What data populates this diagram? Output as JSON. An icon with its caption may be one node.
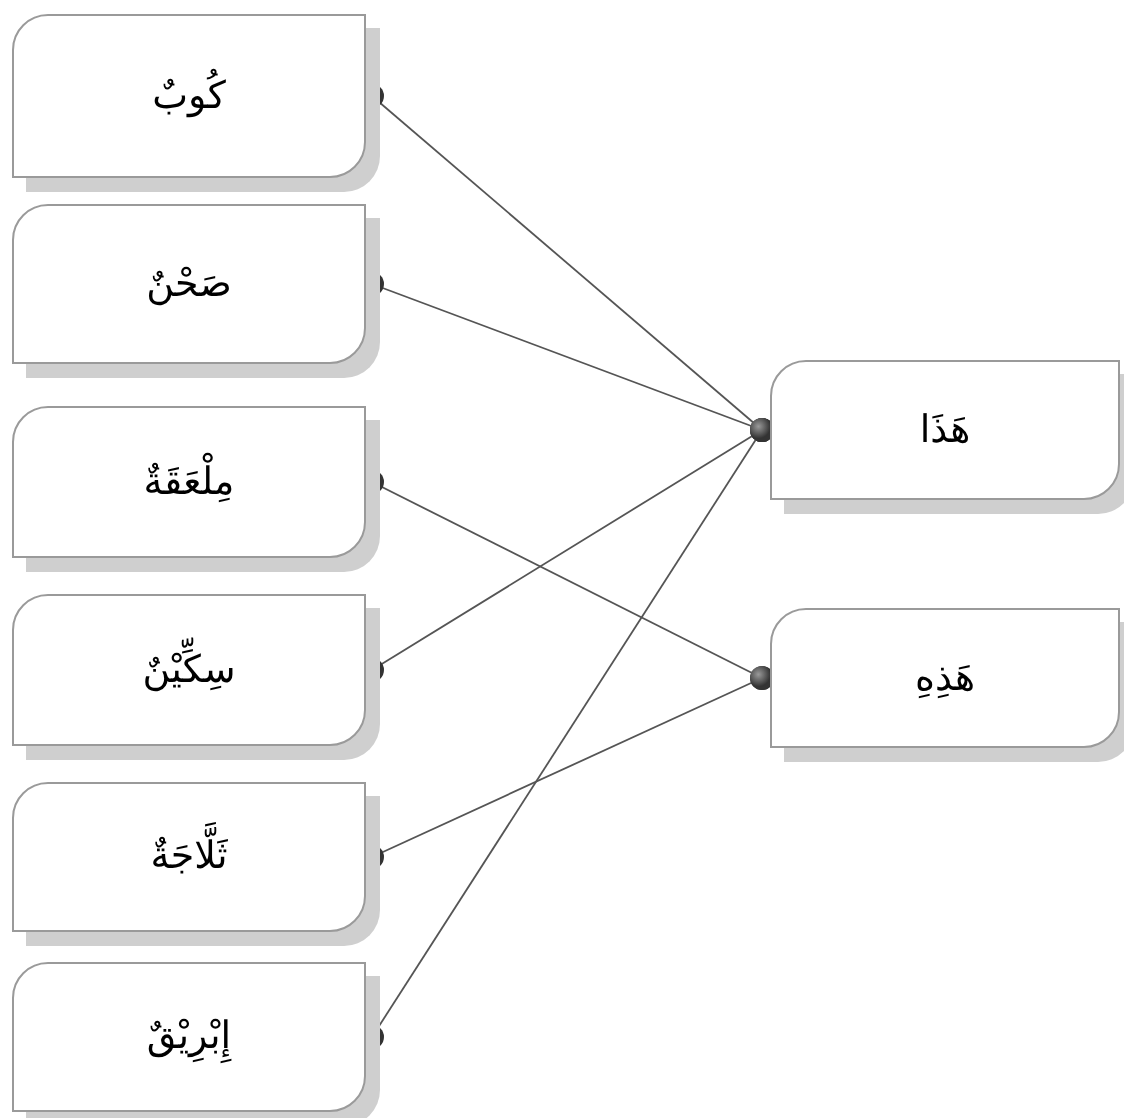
{
  "diagram": {
    "nodes": [
      {
        "text": [
          "كُوبٌ"
        ]
      },
      {
        "text": [
          "صَحْنٌ"
        ]
      },
      {
        "text": [
          "مِلْعَقَةٌ"
        ]
      },
      {
        "text": [
          "سِكِّيْنٌ"
        ]
      },
      {
        "text": [
          "ثَلَّاجَةٌ"
        ]
      },
      {
        "text": [
          "إِبْرِيْقٌ"
        ]
      },
      {
        "text": [
          "هَذَا"
        ]
      },
      {
        "text": [
          "هَذِهِ"
        ]
      }
    ],
    "edges": [
      {
        "from": 0,
        "to": 6,
        "arrow": "other"
      },
      {
        "from": 1,
        "to": 6,
        "arrow": "other"
      },
      {
        "from": 2,
        "to": 7,
        "arrow": "other"
      },
      {
        "from": 3,
        "to": 6,
        "arrow": "other"
      },
      {
        "from": 4,
        "to": 7,
        "arrow": "other"
      },
      {
        "from": 5,
        "to": 6,
        "arrow": "other"
      }
    ]
  }
}
